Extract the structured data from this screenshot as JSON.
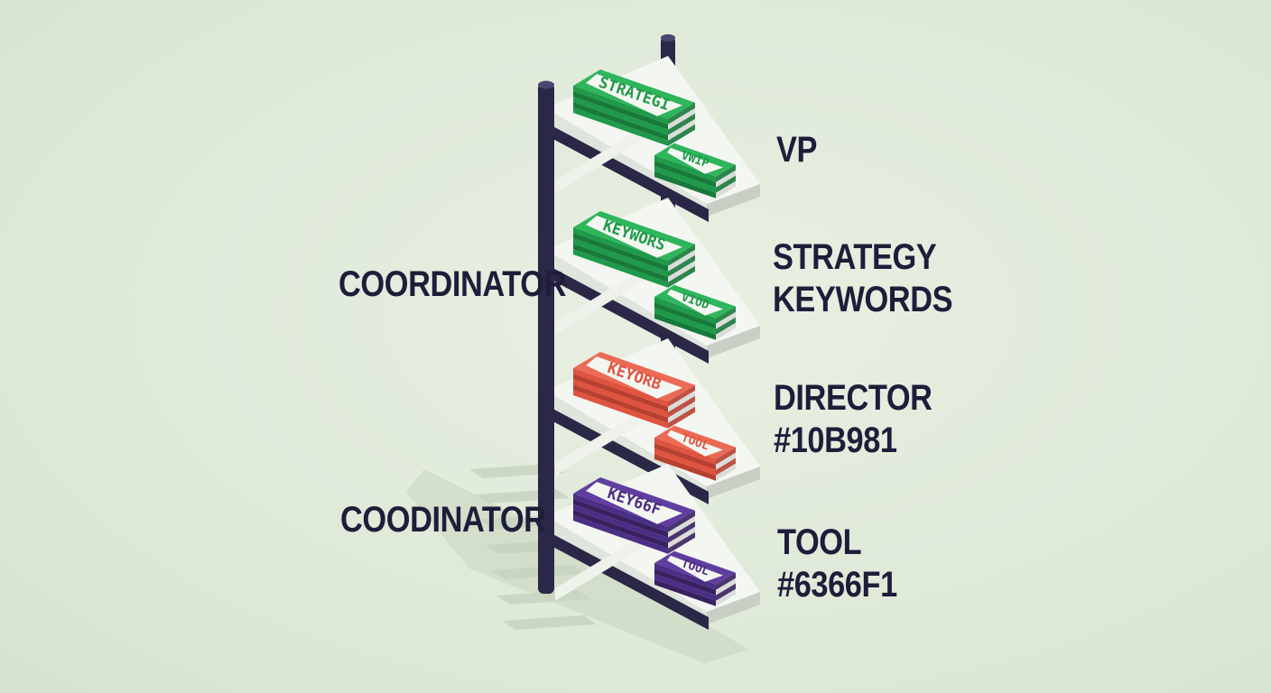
{
  "colors": {
    "background": "#e2ecdc",
    "frame": "#2a2747",
    "shelf_top": "#f4f6f2",
    "shelf_edge": "#c9cfc4",
    "label_text": "#1f1d3a",
    "green": "#1e9a4a",
    "green_light": "#2fb55c",
    "red": "#e0533f",
    "red_light": "#ec6a55",
    "purple": "#4b2e86",
    "purple_light": "#5f3ea0"
  },
  "left_labels": {
    "upper": "COORDINATOR",
    "lower": "COODINATOR"
  },
  "right_labels": {
    "shelf1": [
      "VP"
    ],
    "shelf2": [
      "STRATEGY",
      "KEYWORDS"
    ],
    "shelf3": [
      "DIRECTOR",
      "#10B981"
    ],
    "shelf4": [
      "TOOL",
      "#6366F1"
    ]
  },
  "shelves": [
    {
      "color": "green",
      "big_label": "STRATEGI",
      "small_label": "VWIP"
    },
    {
      "color": "green",
      "big_label": "KEYWORS",
      "small_label": "VIOD"
    },
    {
      "color": "red",
      "big_label": "KEYORB",
      "small_label": "TOOL"
    },
    {
      "color": "purple",
      "big_label": "KEY66F",
      "small_label": "TOOL"
    }
  ]
}
